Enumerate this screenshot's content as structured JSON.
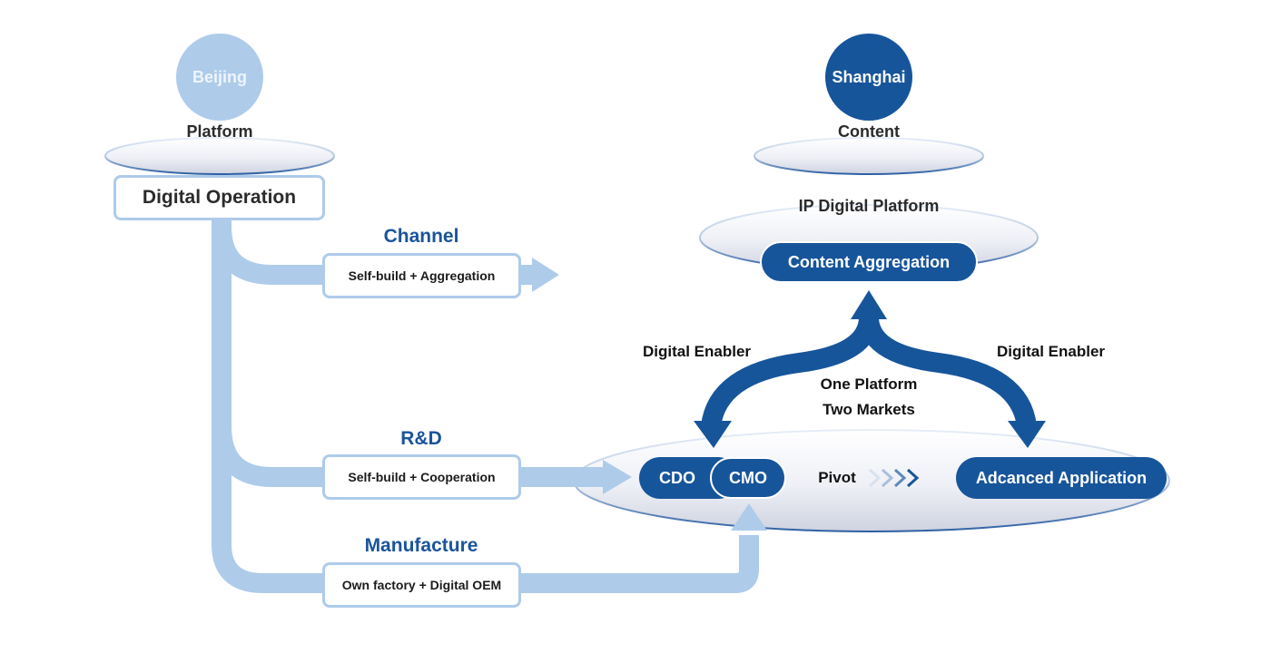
{
  "colors": {
    "primary_blue": "#17559b",
    "light_blue": "#aecbea",
    "text_dark": "#2b2b2b"
  },
  "left_hub": {
    "circle_label": "Beijing",
    "platform_label": "Platform",
    "main_box": "Digital Operation"
  },
  "right_hub": {
    "circle_label": "Shanghai",
    "platform_label": "Content",
    "ip_platform_label": "IP Digital Platform",
    "aggregation_pill": "Content Aggregation"
  },
  "branches": [
    {
      "title": "Channel",
      "box": "Self-build + Aggregation"
    },
    {
      "title": "R&D",
      "box": "Self-build + Cooperation"
    },
    {
      "title": "Manufacture",
      "box": "Own factory + Digital OEM"
    }
  ],
  "enablers": {
    "left": "Digital Enabler",
    "right": "Digital Enabler",
    "center_line1": "One Platform",
    "center_line2": "Two Markets"
  },
  "bottom_platform": {
    "cdo": "CDO",
    "cmo": "CMO",
    "pivot": "Pivot",
    "advanced": "Adcanced Application"
  },
  "icons": {
    "pivot_chevrons": "chevron-right-icon x4"
  }
}
